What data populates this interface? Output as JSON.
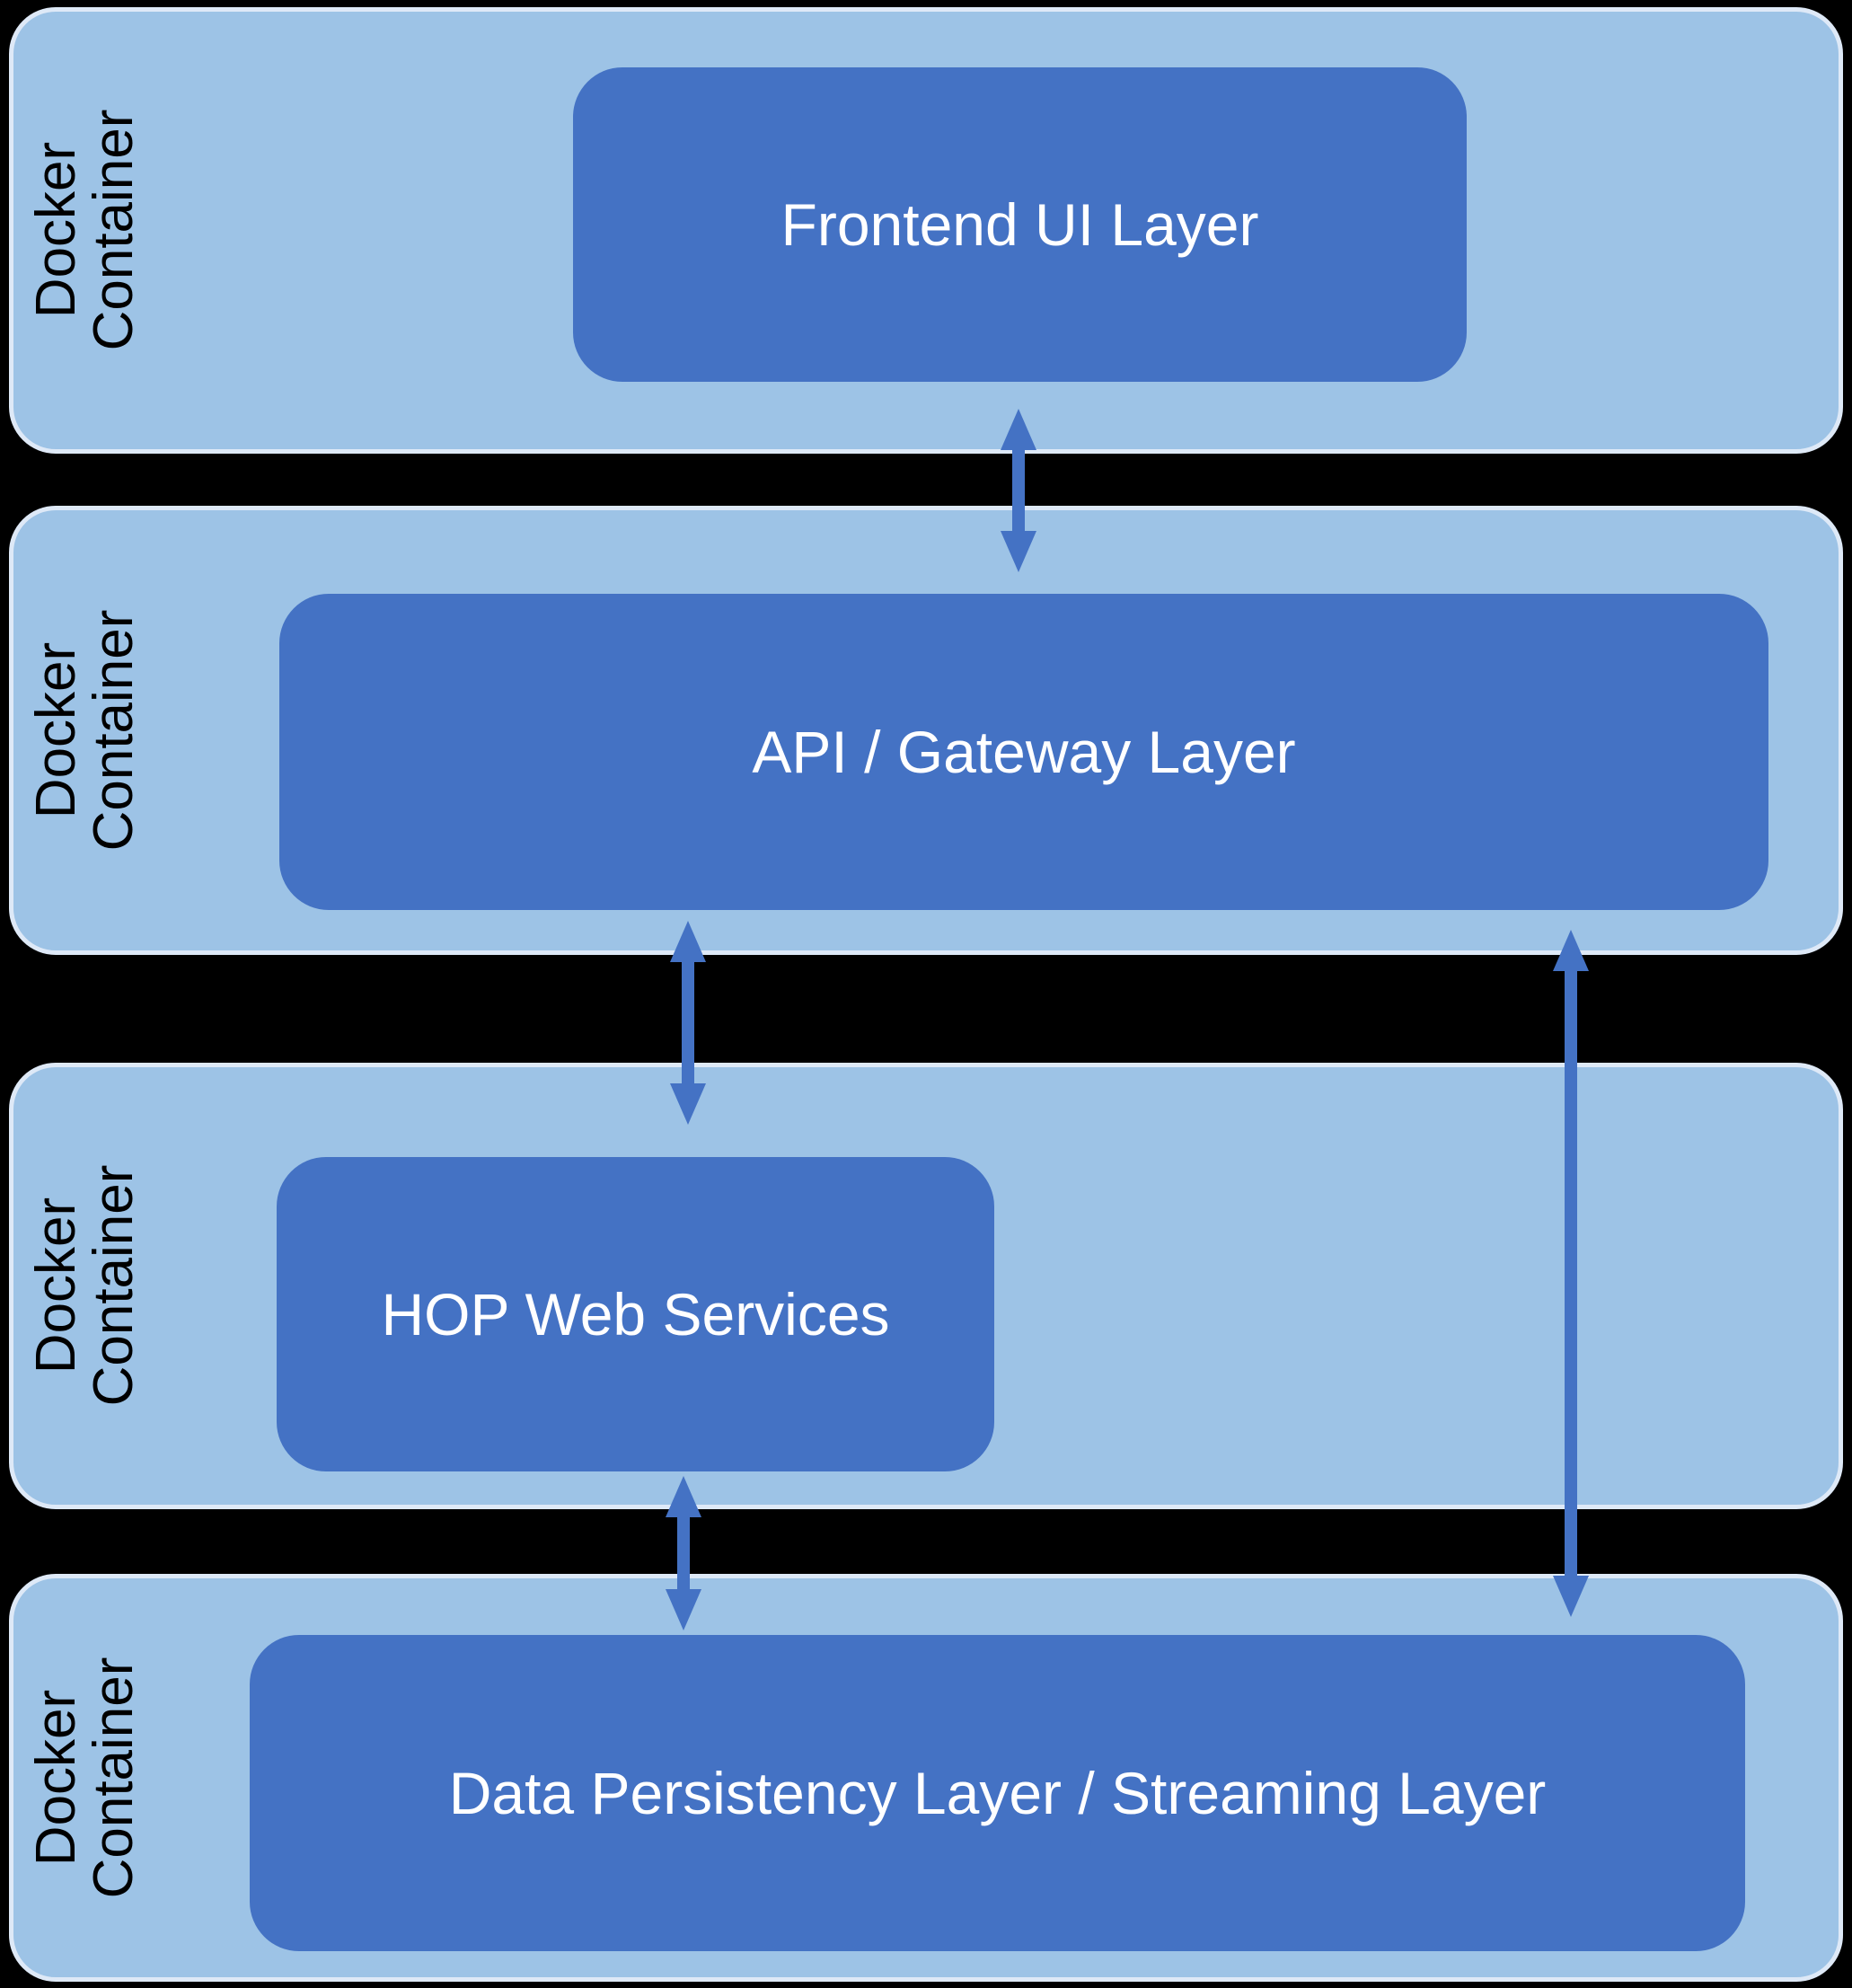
{
  "diagram": {
    "background_color": "#000000",
    "colors": {
      "background": "#000000",
      "container_fill": "#9DC3E6",
      "container_border": "#DEE9F7",
      "box_fill": "#4472C4",
      "box_text": "#FFFFFF",
      "container_label_text": "#000000",
      "arrow": "#4472C4"
    },
    "containers": [
      {
        "label": "Docker Container",
        "box": "Frontend UI Layer"
      },
      {
        "label": "Docker Container",
        "box": "API / Gateway Layer"
      },
      {
        "label": "Docker Container",
        "box": "HOP Web Services"
      },
      {
        "label": "Docker Container",
        "box": "Data Persistency Layer / Streaming Layer"
      }
    ],
    "arrows": [
      {
        "from": "Frontend UI Layer",
        "to": "API / Gateway Layer",
        "bidirectional": true
      },
      {
        "from": "API / Gateway Layer",
        "to": "HOP Web Services",
        "bidirectional": true
      },
      {
        "from": "HOP Web Services",
        "to": "Data Persistency Layer / Streaming Layer",
        "bidirectional": true
      },
      {
        "from": "API / Gateway Layer",
        "to": "Data Persistency Layer / Streaming Layer",
        "bidirectional": true
      }
    ]
  }
}
